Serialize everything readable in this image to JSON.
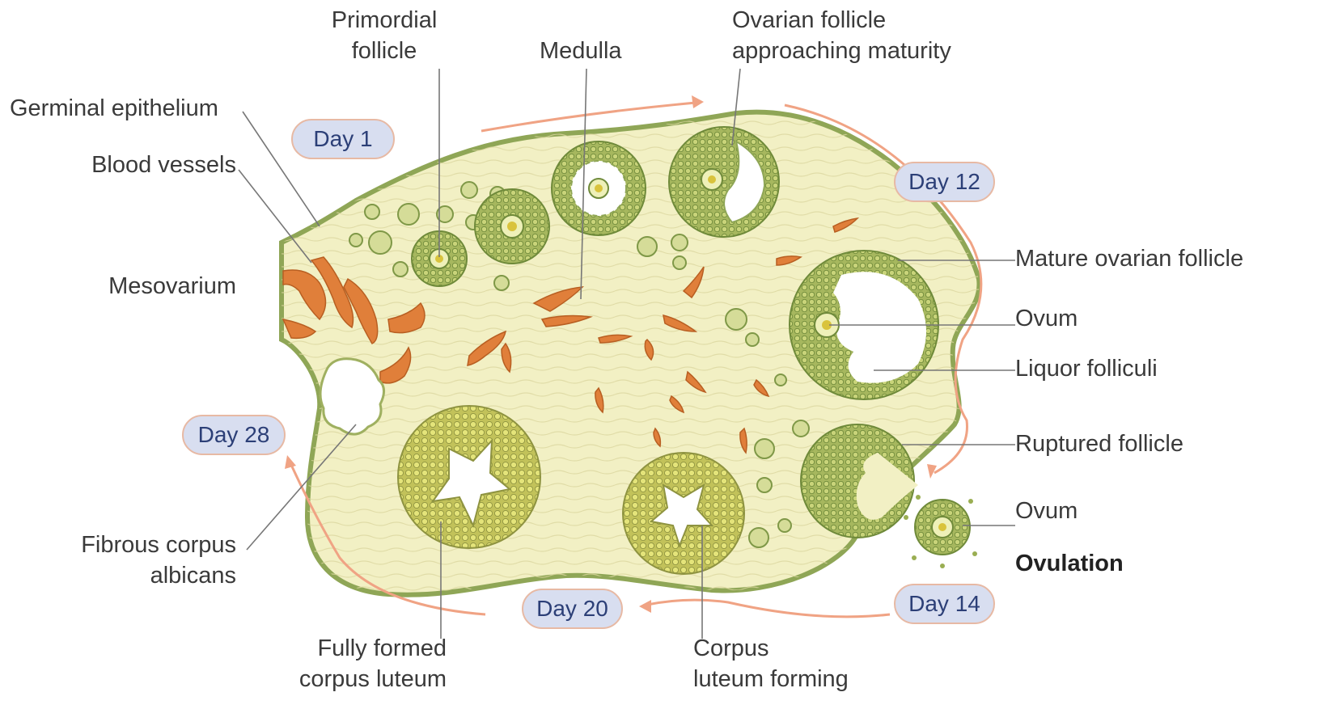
{
  "labels": {
    "primordial_follicle": [
      "Primordial",
      "follicle"
    ],
    "medulla": "Medulla",
    "ovarian_follicle_approaching": [
      "Ovarian follicle",
      "approaching maturity"
    ],
    "germinal_epithelium": "Germinal epithelium",
    "blood_vessels": "Blood vessels",
    "mesovarium": "Mesovarium",
    "mature_ovarian_follicle": "Mature ovarian follicle",
    "ovum_mature": "Ovum",
    "liquor_folliculi": "Liquor folliculi",
    "ruptured_follicle": "Ruptured follicle",
    "ovum_released": "Ovum",
    "ovulation": "Ovulation",
    "fibrous_corpus_albicans": [
      "Fibrous corpus",
      "albicans"
    ],
    "fully_formed_corpus_luteum": [
      "Fully formed",
      "corpus luteum"
    ],
    "corpus_luteum_forming": [
      "Corpus",
      "luteum forming"
    ]
  },
  "days": {
    "day1": "Day 1",
    "day12": "Day 12",
    "day14": "Day 14",
    "day20": "Day 20",
    "day28": "Day 28"
  },
  "colors": {
    "stroma": "#f2f0c4",
    "capsule": "#8fa656",
    "follicle": "#9aae52",
    "follicle_dark": "#6f8a3a",
    "luteum": "#c9c85a",
    "blood_vessel": "#e07f3a",
    "day_badge": "#d8def0",
    "cycle_arrow": "#f0a384",
    "leader_line": "#777777"
  }
}
